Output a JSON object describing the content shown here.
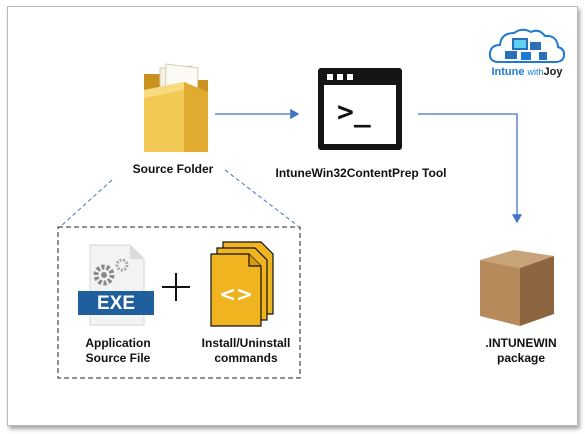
{
  "logo": {
    "text_main": "Intune",
    "text_with": "with",
    "text_joy": "Joy"
  },
  "nodes": {
    "source_folder": "Source Folder",
    "tool": "IntuneWin32ContentPrep Tool",
    "package_line1": ".INTUNEWIN",
    "package_line2": "package",
    "app_line1": "Application",
    "app_line2": "Source File",
    "cmd_line1": "Install/Uninstall",
    "cmd_line2": "commands"
  },
  "icons": {
    "exe_badge": "EXE",
    "console_prompt": ">_",
    "code_brackets": "<>"
  },
  "colors": {
    "arrow": "#4472c4",
    "folder": "#e8b83a",
    "exe_badge": "#1f5f9e",
    "code_file": "#f0b421",
    "box": "#a77a4f",
    "logo_blue": "#1f7ad1"
  }
}
